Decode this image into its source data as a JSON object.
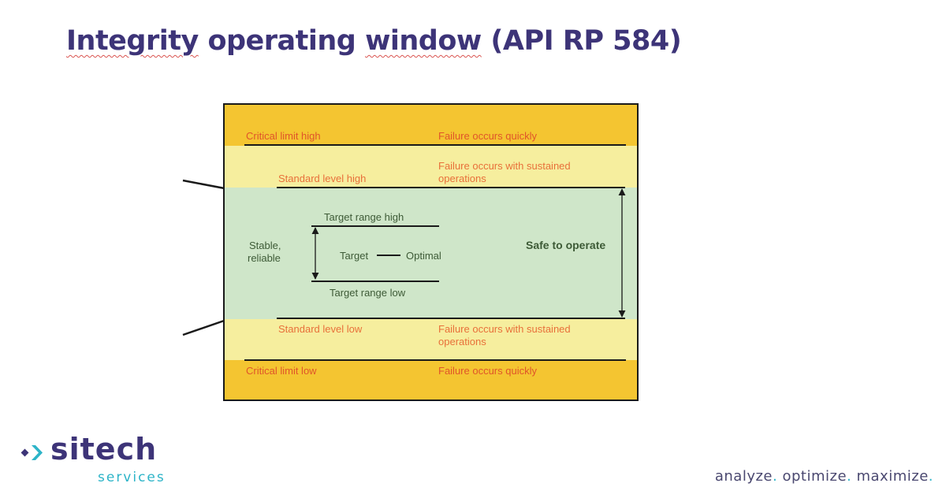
{
  "title": {
    "part1": "Integrity",
    "part2": " operating ",
    "part3": "window",
    "part4": " (API RP 584)"
  },
  "diagram": {
    "colors": {
      "critical": "#f4c531",
      "standard": "#f6ee9e",
      "safe": "#cfe6c9",
      "limit_text": "#e0552a",
      "standard_text": "#e8703a",
      "safe_text": "#3d5a36"
    },
    "critical_high": {
      "label": "Critical limit high",
      "description": "Failure occurs quickly"
    },
    "standard_high": {
      "label": "Standard level high",
      "description_line1": "Failure occurs with sustained",
      "description_line2": "operations"
    },
    "target_range_high": "Target range high",
    "stable": {
      "line1": "Stable,",
      "line2": "reliable"
    },
    "target": "Target",
    "optimal": "Optimal",
    "target_range_low": "Target range low",
    "safe_to_operate": "Safe to operate",
    "standard_low": {
      "label": "Standard level low",
      "description_line1": "Failure occurs with sustained",
      "description_line2": "operations"
    },
    "critical_low": {
      "label": "Critical limit low",
      "description": "Failure occurs quickly"
    }
  },
  "logo": {
    "brand": "sitech",
    "sub": "services"
  },
  "tagline": {
    "w1": "analyze",
    "w2": " optimize",
    "w3": " maximize",
    "dot": "."
  }
}
